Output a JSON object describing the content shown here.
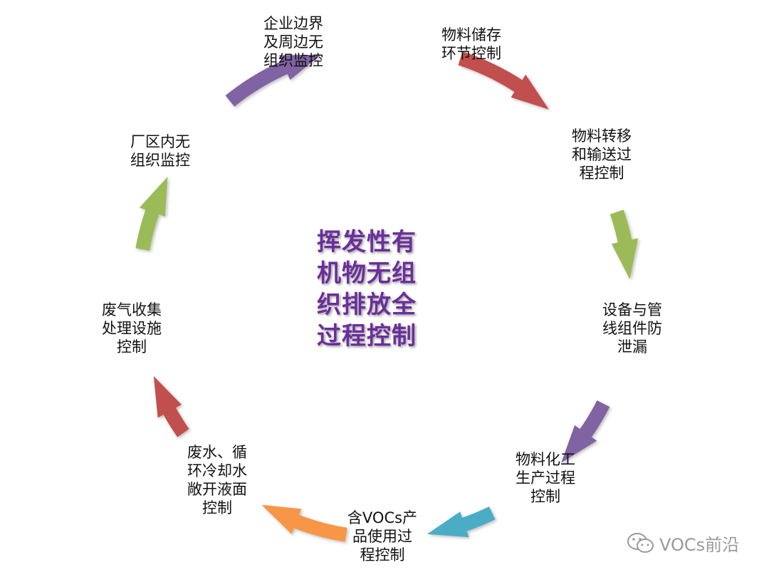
{
  "center_title": "挥发性有\n机物无组\n织排放全\n过程控制",
  "nodes": [
    {
      "id": "material-storage",
      "label": "物料储存\n环节控制"
    },
    {
      "id": "material-transfer",
      "label": "物料转移\n和输送过\n程控制"
    },
    {
      "id": "equipment-leak",
      "label": "设备与管\n线组件防\n泄漏"
    },
    {
      "id": "chemical-production",
      "label": "物料化工\n生产过程\n控制"
    },
    {
      "id": "voc-products",
      "label": "含VOCs产\n品使用过\n程控制"
    },
    {
      "id": "wastewater-cooling",
      "label": "废水、循\n环冷却水\n敞开液面\n控制"
    },
    {
      "id": "exhaust-treatment",
      "label": "废气收集\n处理设施\n控制"
    },
    {
      "id": "plant-monitoring",
      "label": "厂区内无\n组织监控"
    },
    {
      "id": "boundary-monitoring",
      "label": "企业边界\n及周边无\n组织监控"
    }
  ],
  "arrow_colors": {
    "red": "#c0504d",
    "green": "#9bbb59",
    "purple": "#8064a2",
    "teal": "#4bacc6",
    "orange": "#f79646"
  },
  "watermark": {
    "icon": "wechat-icon",
    "text": "VOCs前沿"
  }
}
